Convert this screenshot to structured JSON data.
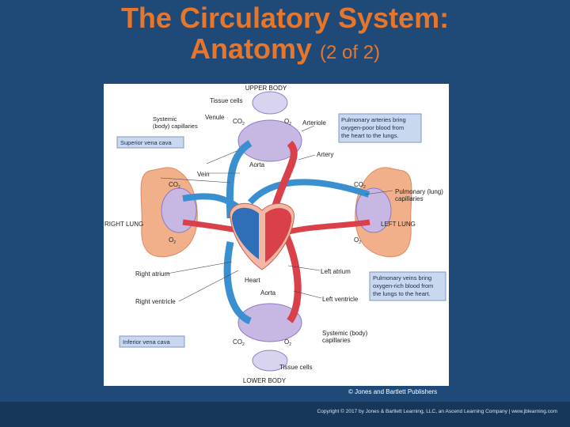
{
  "slide": {
    "title_line1": "The Circulatory System:",
    "title_line2": "Anatomy",
    "title_suffix": "(2 of 2)",
    "credit": "© Jones and Bartlett Publishers",
    "footer": "Copyright © 2017 by Jones & Bartlett Learning, LLC, an Ascend Learning Company | www.jblearning.com"
  },
  "colors": {
    "background": "#1f4a77",
    "title": "#e8762a",
    "oxygen_poor": "#3a8fd1",
    "oxygen_rich": "#d9404a",
    "lung": "#f2b08a",
    "callout_box": "#c9d8ee",
    "capillaries": "#b9a9d9"
  },
  "diagram": {
    "upper_body": "UPPER BODY",
    "lower_body": "LOWER BODY",
    "tissue_cells_top": "Tissue cells",
    "tissue_cells_bottom": "Tissue cells",
    "systemic_capillaries_top": [
      "Systemic",
      "(body) capillaries"
    ],
    "venule": "Venule",
    "arteriole": "Arteriole",
    "artery": "Artery",
    "vein": "Vein",
    "aorta_top": "Aorta",
    "aorta_bottom": "Aorta",
    "heart": "Heart",
    "right_lung": "RIGHT LUNG",
    "left_lung": "LEFT LUNG",
    "pulmonary_capillaries": [
      "Pulmonary (lung)",
      "capillaries"
    ],
    "right_atrium": "Right atrium",
    "right_ventricle": "Right ventricle",
    "left_atrium": "Left atrium",
    "left_ventricle": "Left ventricle",
    "systemic_capillaries_bottom": [
      "Systemic (body)",
      "capillaries"
    ],
    "superior_vena_cava": "Superior vena cava",
    "inferior_vena_cava": "Inferior vena cava",
    "pulmonary_arteries_box": [
      "Pulmonary arteries bring",
      "oxygen-poor blood from",
      "the heart to the lungs."
    ],
    "pulmonary_veins_box": [
      "Pulmonary veins bring",
      "oxygen-rich blood from",
      "the lungs to the heart."
    ],
    "co2_label": "CO",
    "o2_label": "O",
    "sub2": "2"
  }
}
